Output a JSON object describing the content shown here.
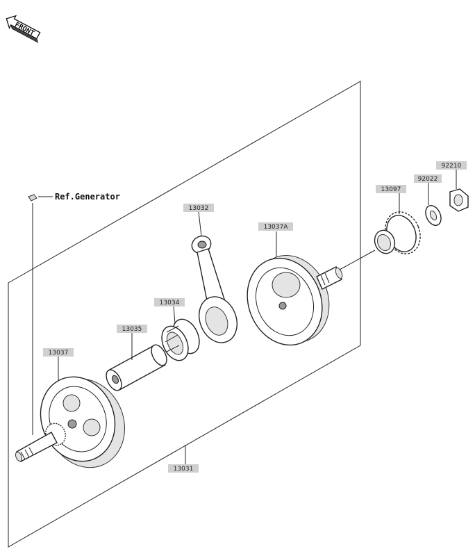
{
  "front_badge": {
    "label": "FRONT"
  },
  "reference": {
    "label": "Ref.Generator"
  },
  "parts": [
    {
      "id": "crankshaft",
      "number": "13031"
    },
    {
      "id": "flywheel-left",
      "number": "13037"
    },
    {
      "id": "crankpin",
      "number": "13035"
    },
    {
      "id": "needle-bearing",
      "number": "13034"
    },
    {
      "id": "connecting-rod",
      "number": "13032"
    },
    {
      "id": "flywheel-right",
      "number": "13037A"
    },
    {
      "id": "gear",
      "number": "13097"
    },
    {
      "id": "washer",
      "number": "92022"
    },
    {
      "id": "nut",
      "number": "92210"
    }
  ]
}
